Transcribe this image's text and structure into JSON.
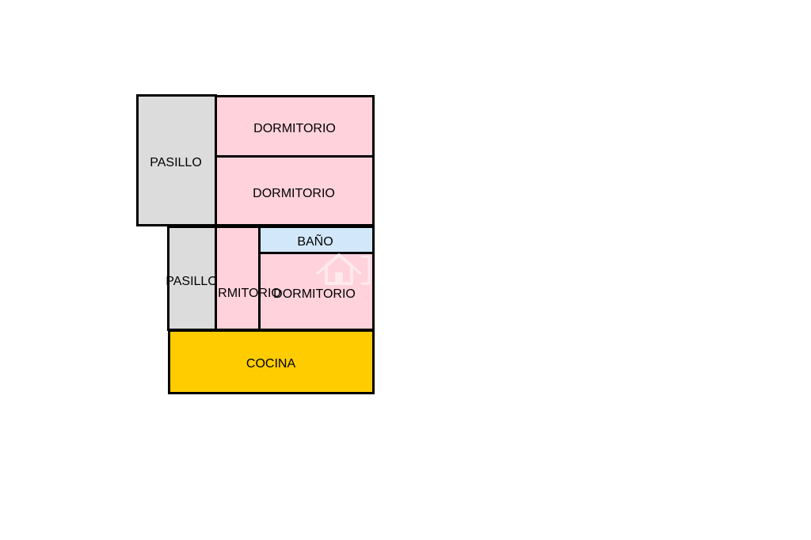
{
  "colors": {
    "dormitorio": "#FFD2DC",
    "pasillo": "#DCDCDC",
    "bano": "#D2E8FA",
    "cocina": "#FFCC00",
    "wall": "#000000"
  },
  "rooms": {
    "pasillo_top": "PASILLO",
    "dormitorio_1": "DORMITORIO",
    "dormitorio_2": "DORMITORIO",
    "pasillo_bottom": "PASILLO",
    "dormitorio_3": "RMITORIO",
    "bano": "BAÑO",
    "dormitorio_4": "DORMITORIO",
    "cocina": "COCINA"
  },
  "icons": {
    "watermark": "house-logo-icon"
  }
}
